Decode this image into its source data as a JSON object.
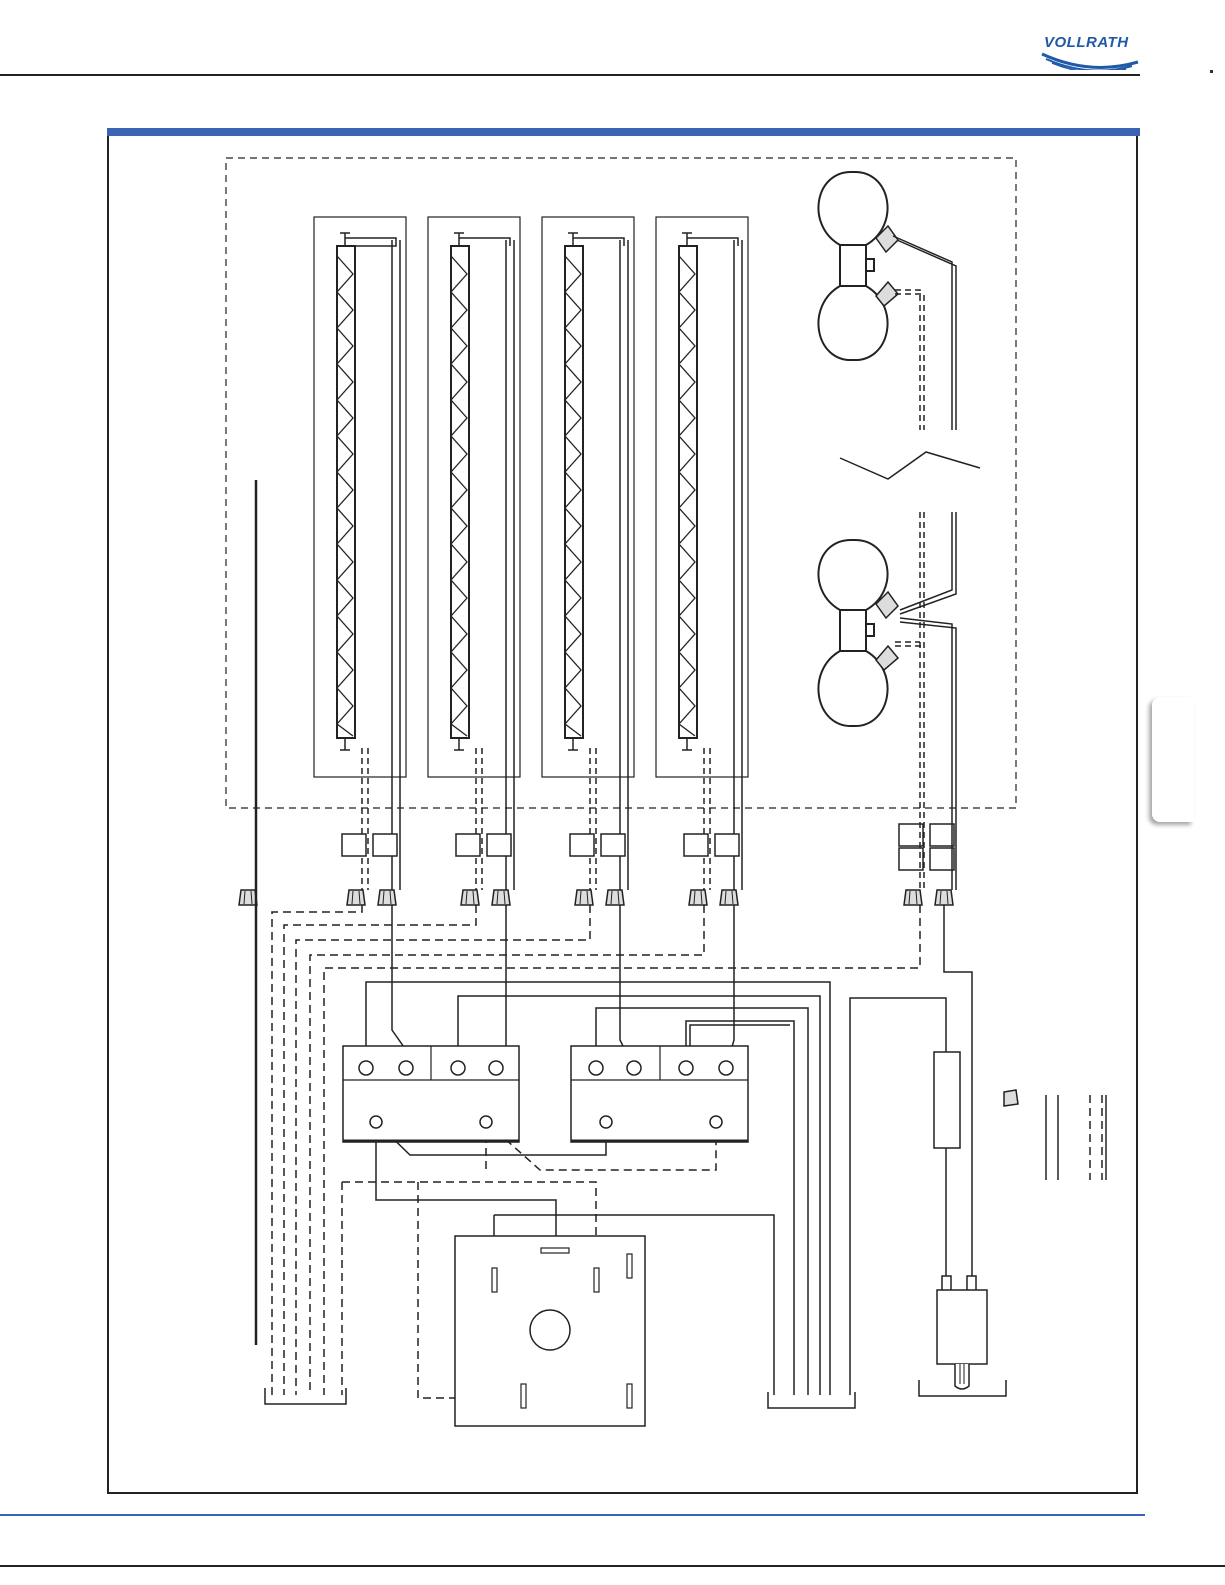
{
  "brand": {
    "name": "VOLLRATH",
    "color": "#1e5aa8"
  },
  "colors": {
    "accent_blue": "#3a63b5",
    "line": "#222222"
  },
  "diagram": {
    "heating_elements": 4,
    "lamps": 2,
    "legend_symbols": [
      "wire-nut-icon",
      "solid-wire",
      "dashed-wire",
      "double-dashed-wire"
    ]
  }
}
